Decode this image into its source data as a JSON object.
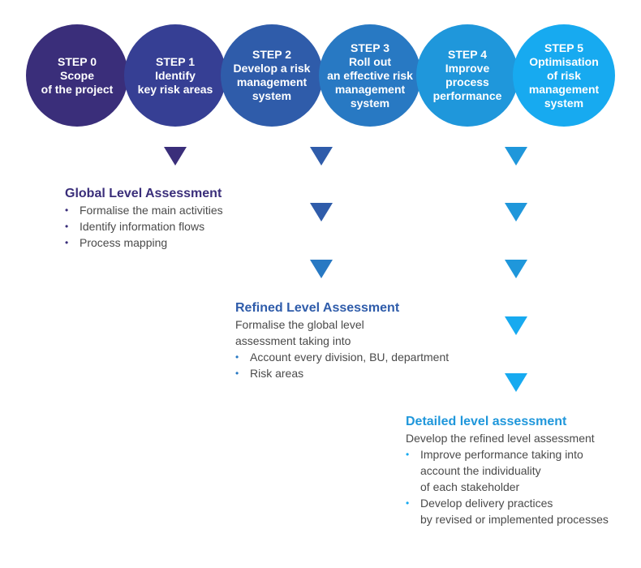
{
  "steps": [
    {
      "lines": [
        "STEP 0",
        "Scope",
        "of the project"
      ],
      "color": "#3a2e7a"
    },
    {
      "lines": [
        "STEP 1",
        "Identify",
        "key risk areas"
      ],
      "color": "#363f94"
    },
    {
      "lines": [
        "STEP 2",
        "Develop a risk",
        "management",
        "system"
      ],
      "color": "#2f5caa"
    },
    {
      "lines": [
        "STEP 3",
        "Roll out",
        "an effective risk",
        "management",
        "system"
      ],
      "color": "#2879c3"
    },
    {
      "lines": [
        "STEP 4",
        "Improve",
        "process",
        "performance"
      ],
      "color": "#1f97db"
    },
    {
      "lines": [
        "STEP 5",
        "Optimisation",
        "of risk",
        "management",
        "system"
      ],
      "color": "#17aaf0"
    }
  ],
  "arrow_colors": [
    "#3a2e7a",
    "#2f5caa",
    "#2879c3",
    "#1f97db",
    "#17aaf0"
  ],
  "global": {
    "title": "Global Level Assessment",
    "items": [
      "Formalise the main activities",
      "Identify information flows",
      "Process mapping"
    ]
  },
  "refined": {
    "title": "Refined Level Assessment",
    "intro": [
      "Formalise the global level",
      "assessment taking into"
    ],
    "items": [
      "Account every division, BU, department",
      "Risk areas"
    ]
  },
  "detailed": {
    "title": "Detailed level assessment",
    "intro": "Develop the refined level assessment",
    "items": [
      [
        "Improve performance taking into",
        "account the individuality",
        "of each stakeholder"
      ],
      [
        "Develop delivery practices",
        "by revised or implemented processes"
      ]
    ]
  }
}
